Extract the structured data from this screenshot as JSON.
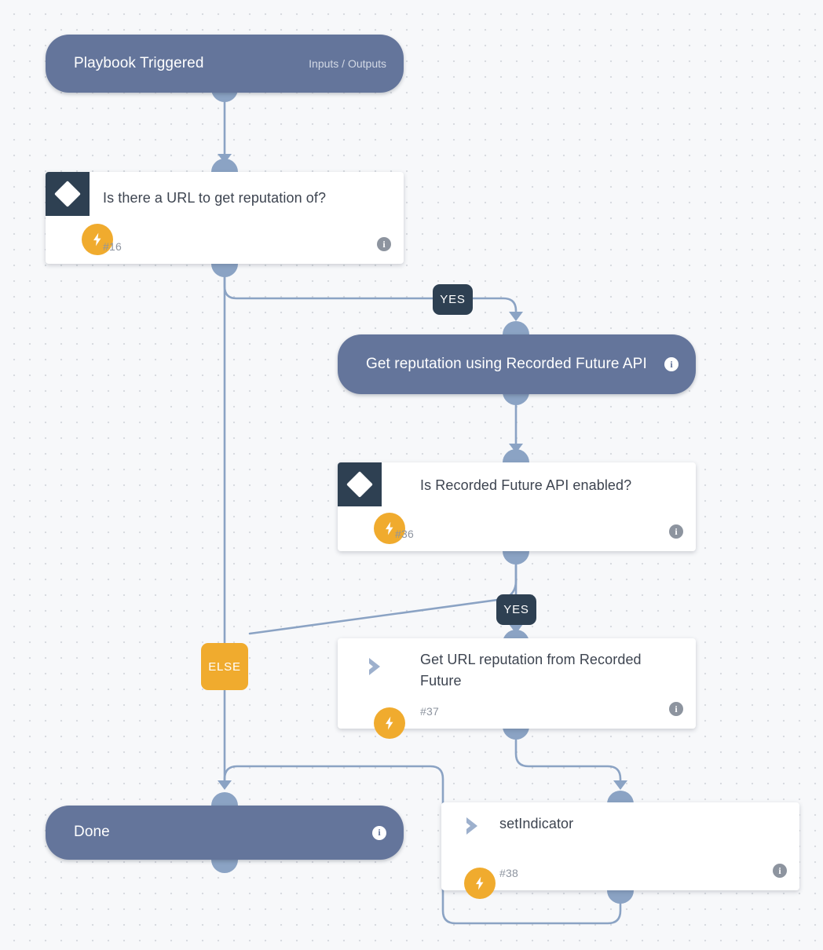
{
  "diagram": {
    "type": "playbook-workflow",
    "colors": {
      "canvas_bg": "#f7f8fa",
      "grid_dot": "#d8dbe0",
      "pill_blue": "#64759b",
      "condition_dark": "#2e4052",
      "bolt_orange": "#f0ab2e",
      "else_badge_orange": "#f0ab2e",
      "yes_badge_dark": "#2e4052",
      "edge_line": "#8ba3c4",
      "card_white": "#ffffff",
      "card_title_text": "#3d4450",
      "card_number_text": "#8d949f"
    },
    "nodes": [
      {
        "id": "start",
        "kind": "pill",
        "title": "Playbook Triggered",
        "subtitle": "Inputs / Outputs",
        "info_icon": "info-icon",
        "has_info": false
      },
      {
        "id": "cond16",
        "kind": "condition-card",
        "title": "Is there a URL to get reputation of?",
        "number": "#16",
        "icon": "diamond-icon",
        "badge_icon": "lightning-bolt-icon",
        "info_icon": "info-icon"
      },
      {
        "id": "section-rf",
        "kind": "pill",
        "title": "Get reputation using Recorded Future API",
        "subtitle": "",
        "info_icon": "info-icon",
        "has_info": true
      },
      {
        "id": "cond36",
        "kind": "condition-card",
        "title": "Is Recorded Future API enabled?",
        "number": "#36",
        "icon": "diamond-icon",
        "badge_icon": "lightning-bolt-icon",
        "info_icon": "info-icon"
      },
      {
        "id": "task37",
        "kind": "task-card",
        "title": "Get URL reputation from Recorded Future",
        "number": "#37",
        "icon": "chevron-right-icon",
        "badge_icon": "lightning-bolt-icon",
        "info_icon": "info-icon"
      },
      {
        "id": "task38",
        "kind": "task-card",
        "title": "setIndicator",
        "number": "#38",
        "icon": "chevron-right-icon",
        "badge_icon": "lightning-bolt-icon",
        "info_icon": "info-icon"
      },
      {
        "id": "done",
        "kind": "pill",
        "title": "Done",
        "subtitle": "",
        "info_icon": "info-icon",
        "has_info": true
      }
    ],
    "branch_labels": {
      "yes_16": "YES",
      "else_16": "ELSE",
      "yes_36": "YES"
    },
    "info_glyph": "i",
    "edges": [
      {
        "from": "start",
        "to": "cond16",
        "label": ""
      },
      {
        "from": "cond16",
        "to": "section-rf",
        "label": "YES"
      },
      {
        "from": "cond16",
        "to": "done",
        "label": "ELSE"
      },
      {
        "from": "section-rf",
        "to": "cond36",
        "label": ""
      },
      {
        "from": "cond36",
        "to": "task37",
        "label": "YES"
      },
      {
        "from": "task37",
        "to": "task38",
        "label": ""
      },
      {
        "from": "task38",
        "to": "done",
        "label": ""
      }
    ]
  }
}
